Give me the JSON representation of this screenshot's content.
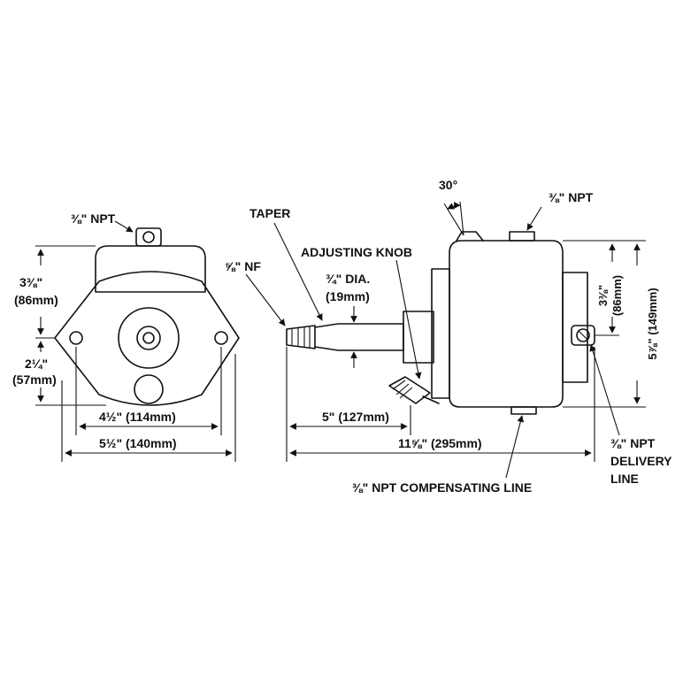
{
  "labels": {
    "front_npt": "⅜\" NPT",
    "dim_3_38": "3⅜\"",
    "dim_86mm_left": "(86mm)",
    "dim_2_14": "2¼\"",
    "dim_57mm": "(57mm)",
    "dim_4_12": "4½\" (114mm)",
    "dim_5_12": "5½\" (140mm)",
    "taper": "TAPER",
    "nf": "⅝\" NF",
    "adjusting_knob": "ADJUSTING KNOB",
    "shaft_dia": "¾\" DIA.",
    "shaft_dia_mm": "(19mm)",
    "dim_5": "5\" (127mm)",
    "dim_11_58": "11⅝\" (295mm)",
    "angle_30": "30°",
    "top_npt": "⅜\" NPT",
    "dim_3_38_right": "3⅜\"",
    "dim_86mm_right": "(86mm)",
    "dim_5_78": "5⅞\" (149mm)",
    "delivery_line_1": "⅜\" NPT",
    "delivery_line_2": "DELIVERY",
    "delivery_line_3": "LINE",
    "compensating_line": "⅜\" NPT COMPENSATING LINE"
  },
  "colors": {
    "ink": "#111111",
    "paper": "#ffffff"
  }
}
